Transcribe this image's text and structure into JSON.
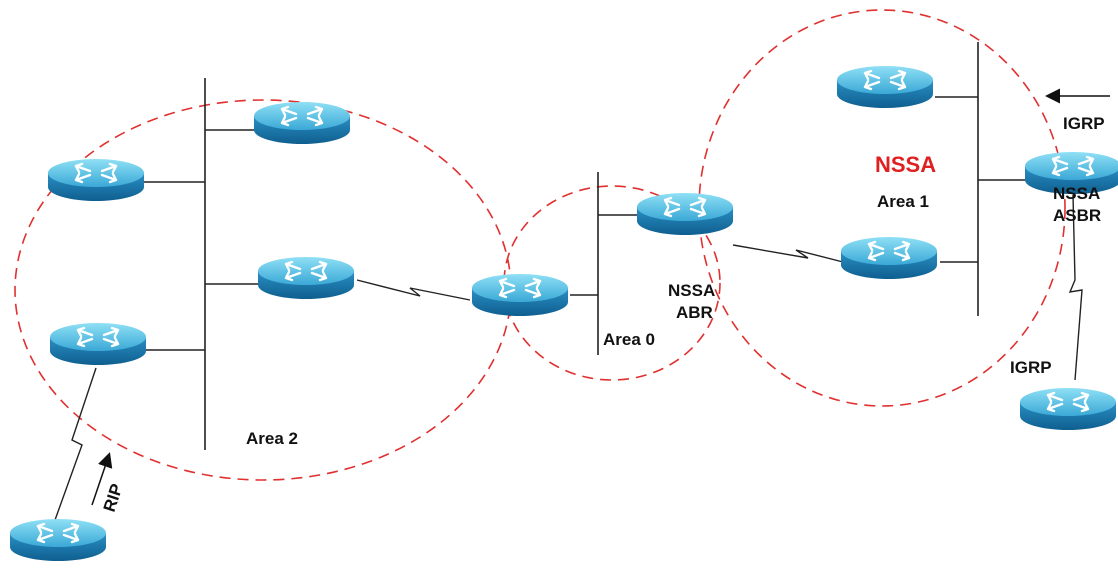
{
  "labels": {
    "nssa_title": "NSSA",
    "area1": "Area 1",
    "area0": "Area 0",
    "area2": "Area 2",
    "nssa_abr_line1": "NSSA",
    "nssa_abr_line2": "ABR",
    "nssa_asbr_line1": "NSSA",
    "nssa_asbr_line2": "ASBR",
    "igrp_top": "IGRP",
    "igrp_bottom": "IGRP",
    "rip": "RIP"
  },
  "colors": {
    "area_boundary": "#e03030",
    "nssa_title": "#e02020",
    "router_top": "#55c8e8",
    "router_body": "#1f86b8",
    "link": "#222222"
  },
  "icons": {
    "router": "router-icon"
  }
}
